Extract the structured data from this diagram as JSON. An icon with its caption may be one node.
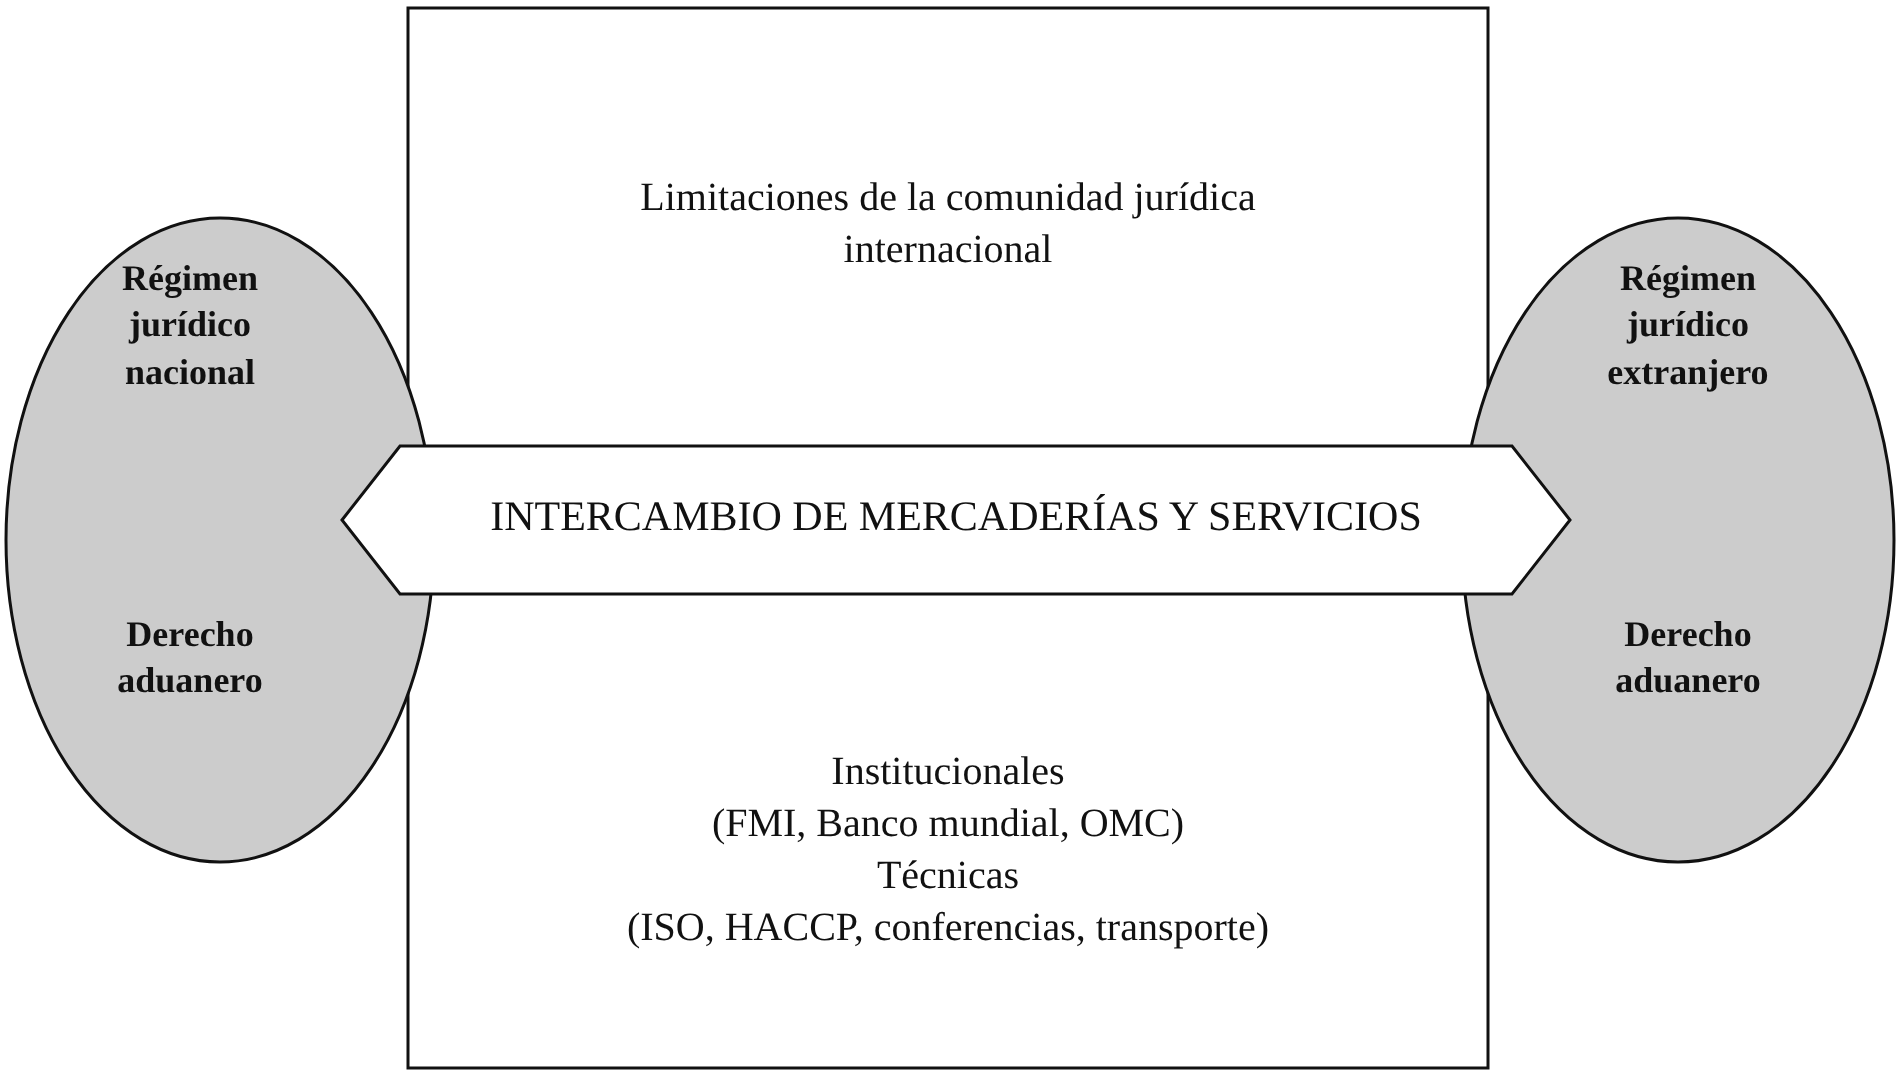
{
  "diagram": {
    "nodes": [
      {
        "text": [
          "Limitaciones de la comunidad jurídica internacional",
          "Institucionales",
          "(FMI, Banco mundial, OMC)",
          "Técnicas",
          "(ISO, HACCP, conferencias, transporte)"
        ]
      },
      {
        "text": [
          "Régimen jurídico nacional",
          "Derecho aduanero"
        ]
      },
      {
        "text": [
          "Régimen jurídico extranjero",
          "Derecho aduanero"
        ]
      },
      {
        "text": [
          "INTERCAMBIO DE MERCADERÍAS Y SERVICIOS"
        ]
      }
    ]
  }
}
